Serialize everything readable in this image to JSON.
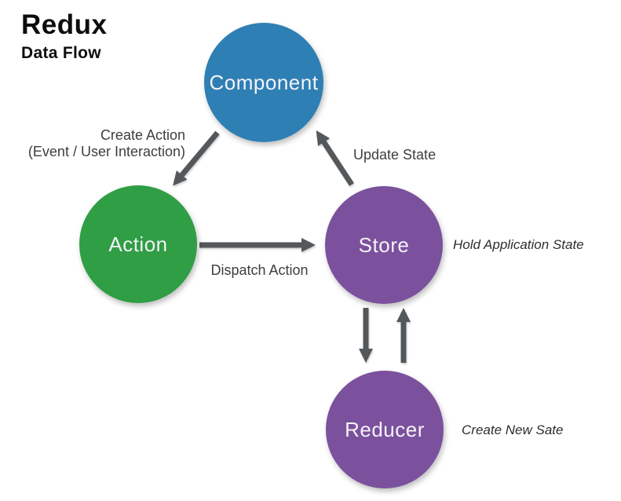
{
  "header": {
    "title": "Redux",
    "subtitle": "Data Flow"
  },
  "nodes": {
    "component": {
      "label": "Component",
      "color": "#2E7FB4"
    },
    "action": {
      "label": "Action",
      "color": "#2F9E44"
    },
    "store": {
      "label": "Store",
      "color": "#7B519D",
      "note": "Hold Application State"
    },
    "reducer": {
      "label": "Reducer",
      "color": "#7B519D",
      "note": "Create New Sate"
    }
  },
  "edges": {
    "create_action": {
      "label": "Create Action",
      "sublabel": "(Event / User Interaction)",
      "from": "Component",
      "to": "Action"
    },
    "dispatch_action": {
      "label": "Dispatch Action",
      "from": "Action",
      "to": "Store"
    },
    "update_state": {
      "label": "Update State",
      "from": "Store",
      "to": "Component"
    },
    "store_to_reducer": {
      "label": "",
      "from": "Store",
      "to": "Reducer"
    },
    "reducer_to_store": {
      "label": "",
      "from": "Reducer",
      "to": "Store"
    }
  },
  "colors": {
    "arrow": "#54585A",
    "background": "#FFFFFF",
    "title_text": "#0D0D0D",
    "edge_label_text": "#3E3E3E",
    "node_text": "#F5F2F8"
  }
}
